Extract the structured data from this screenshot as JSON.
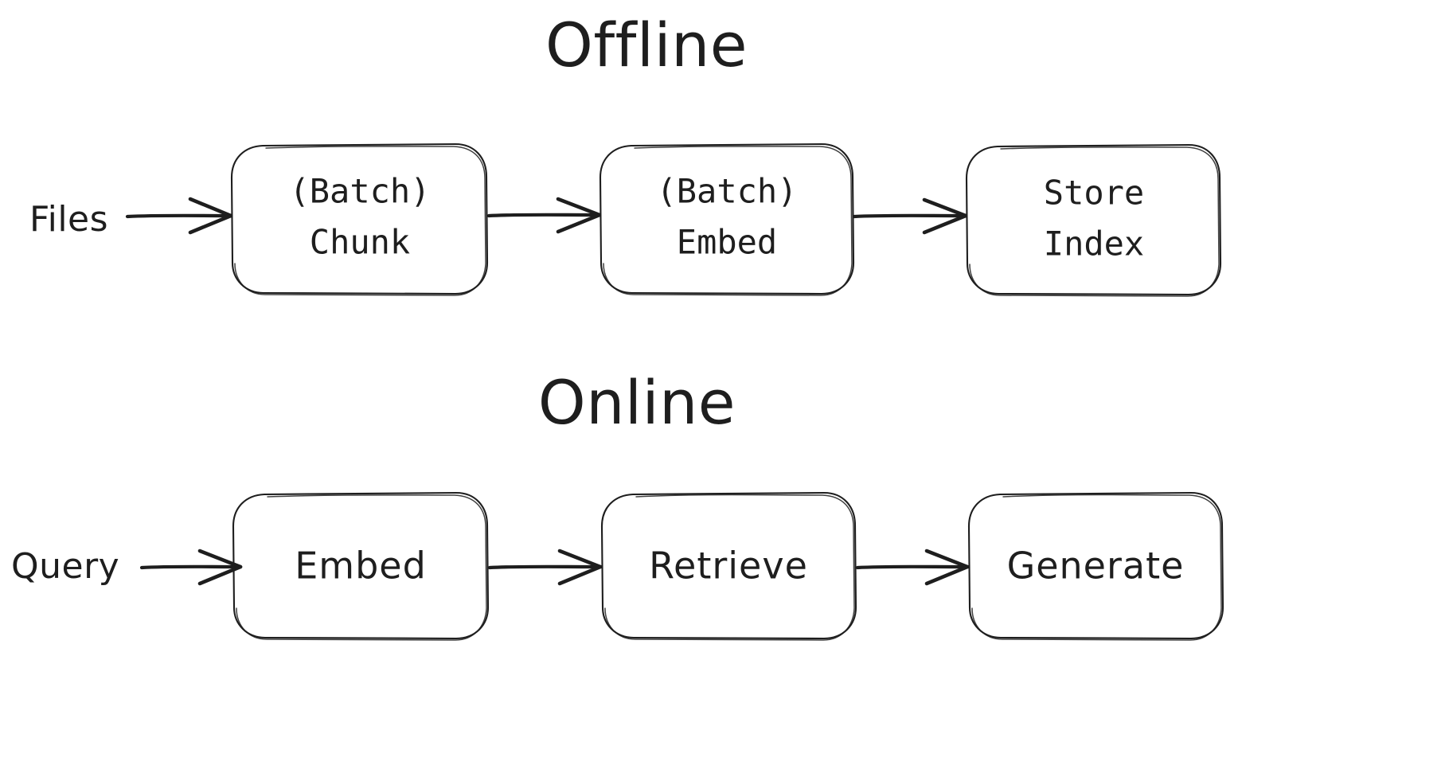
{
  "diagram": {
    "kind": "flowchart",
    "style": "hand-drawn-sketch",
    "background_color": "#ffffff",
    "stroke_color": "#1e1e1e",
    "text_color": "#1e1e1e",
    "sections": [
      {
        "id": "offline",
        "title": "Offline",
        "input_label": "Files",
        "nodes": [
          {
            "id": "batch-chunk",
            "line1": "(Batch)",
            "line2": "Chunk"
          },
          {
            "id": "batch-embed",
            "line1": "(Batch)",
            "line2": "Embed"
          },
          {
            "id": "store-index",
            "line1": "Store",
            "line2": "Index"
          }
        ],
        "edges": [
          {
            "from": "Files",
            "to": "(Batch) Chunk"
          },
          {
            "from": "(Batch) Chunk",
            "to": "(Batch) Embed"
          },
          {
            "from": "(Batch) Embed",
            "to": "Store Index"
          }
        ]
      },
      {
        "id": "online",
        "title": "Online",
        "input_label": "Query",
        "nodes": [
          {
            "id": "embed",
            "line1": "Embed",
            "line2": ""
          },
          {
            "id": "retrieve",
            "line1": "Retrieve",
            "line2": ""
          },
          {
            "id": "generate",
            "line1": "Generate",
            "line2": ""
          }
        ],
        "edges": [
          {
            "from": "Query",
            "to": "Embed"
          },
          {
            "from": "Embed",
            "to": "Retrieve"
          },
          {
            "from": "Retrieve",
            "to": "Generate"
          }
        ]
      }
    ]
  }
}
